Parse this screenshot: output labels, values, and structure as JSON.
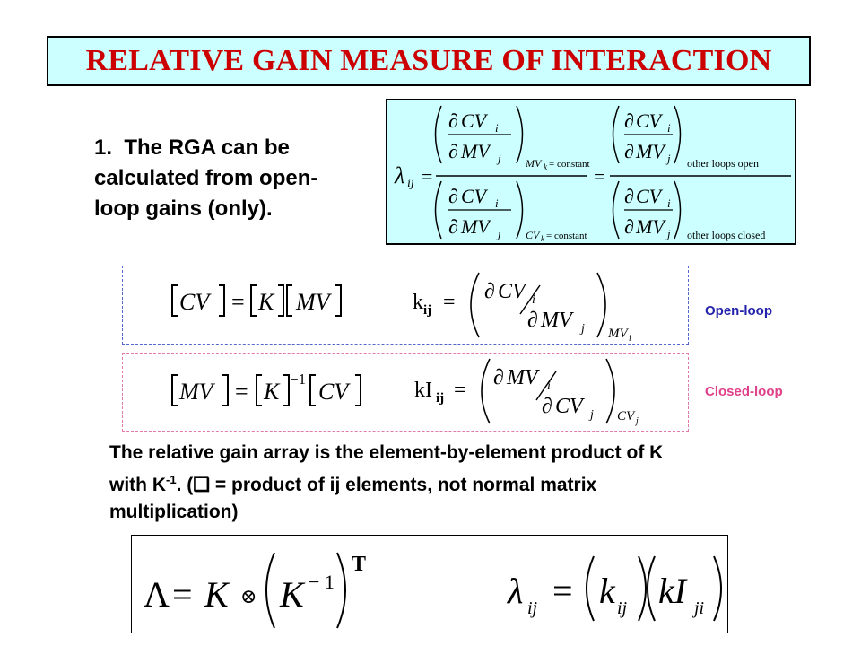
{
  "title": "RELATIVE GAIN MEASURE OF INTERACTION",
  "point": {
    "number": "1.",
    "lines": [
      "The RGA can be",
      "calculated from open-",
      "loop gains (only)."
    ]
  },
  "rga_definition": {
    "lambda": "λ",
    "lambda_sub": "ij",
    "equals": "=",
    "partial": "∂",
    "cv": "CV",
    "mv": "MV",
    "sub_i": "i",
    "sub_j": "j",
    "sub_k": "k",
    "constant": "= constant",
    "other_loops_open": "other  loops  open",
    "other_loops_closed": "other  loops  closed"
  },
  "open_loop": {
    "label": "Open-loop",
    "lhs": [
      "CV",
      "=",
      "K",
      "MV"
    ],
    "k_symbol": "k",
    "k_sub": "ij"
  },
  "closed_loop": {
    "label": "Closed-loop",
    "lhs": [
      "MV",
      "=",
      "K",
      "−1",
      "CV"
    ],
    "k_symbol": "kI",
    "k_sub": "ij"
  },
  "explanation": {
    "line1": "The relative gain array is the element-by-element product of K",
    "line2_a": "with K",
    "line2_sup": "-1",
    "line2_b": ".  (",
    "line2_symbol": "❑",
    "line2_c": " = product of ij elements, not normal matrix",
    "line3": "multiplication)"
  },
  "bottom_equation": {
    "Lambda": "Λ",
    "K": "K",
    "otimes": "⊗",
    "inv": "− 1",
    "T": "T",
    "lambda": "λ",
    "lambda_sub": "ij",
    "k": "k",
    "k_sub": "ij",
    "kI": "kI",
    "kI_sub": "ji"
  }
}
